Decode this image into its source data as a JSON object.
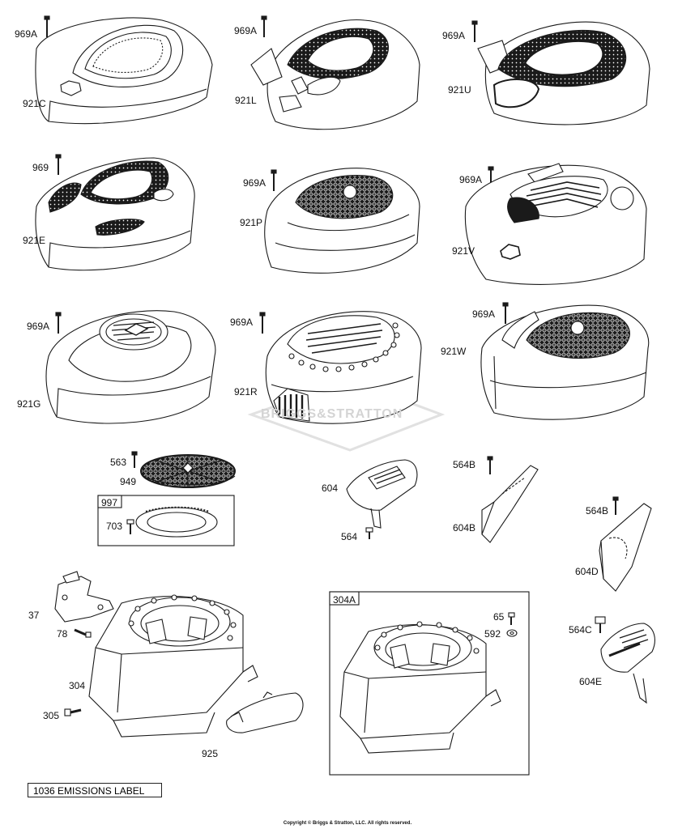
{
  "labels": {
    "l969A_1": "969A",
    "l921C": "921C",
    "l969A_2": "969A",
    "l921L": "921L",
    "l969A_3": "969A",
    "l921U": "921U",
    "l969": "969",
    "l921E": "921E",
    "l969A_4": "969A",
    "l921P": "921P",
    "l969A_5": "969A",
    "l921V": "921V",
    "l969A_6": "969A",
    "l921G": "921G",
    "l969A_7": "969A",
    "l921R": "921R",
    "l969A_8": "969A",
    "l921W": "921W",
    "l563": "563",
    "l949": "949",
    "l997": "997",
    "l703": "703",
    "l604": "604",
    "l564": "564",
    "l564B_1": "564B",
    "l604B": "604B",
    "l564B_2": "564B",
    "l604D": "604D",
    "l564C": "564C",
    "l604E": "604E",
    "l37": "37",
    "l78": "78",
    "l304": "304",
    "l305": "305",
    "l925": "925",
    "l304A": "304A",
    "l65": "65",
    "l592": "592"
  },
  "emissions_label": "1036 EMISSIONS LABEL",
  "watermark": "BRIGGS&STRATTON",
  "copyright": "Copyright © Briggs & Stratton, LLC. All rights reserved."
}
